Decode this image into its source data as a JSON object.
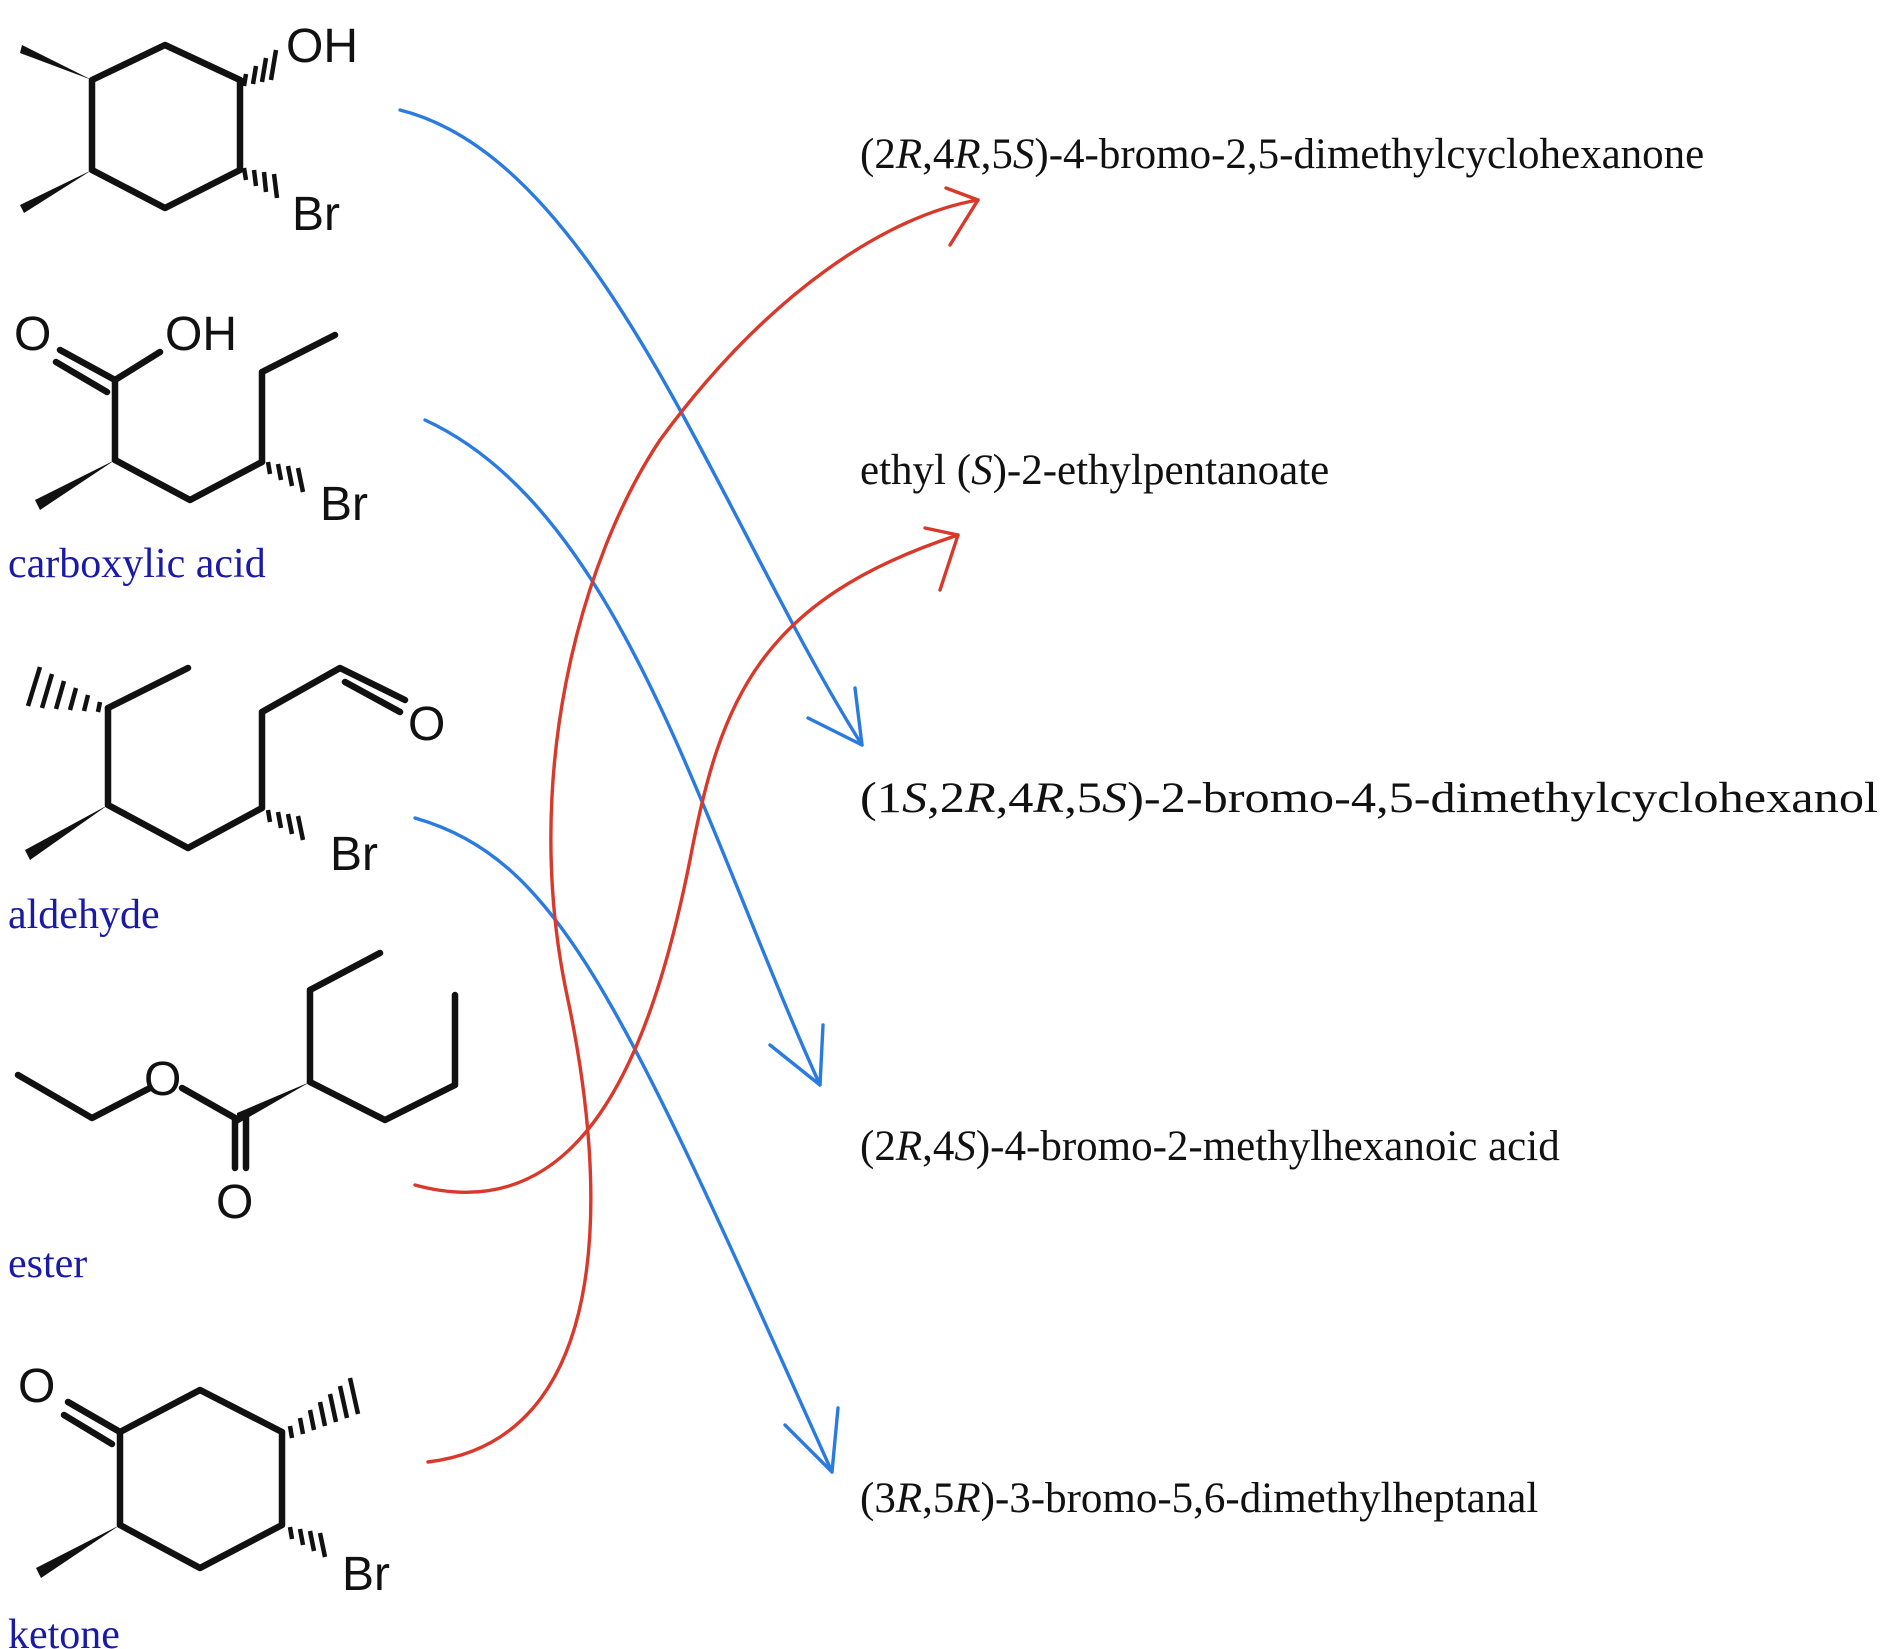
{
  "colors": {
    "label": "#1a1aa6",
    "blue_arrow": "#2a7be0",
    "red_arrow": "#d8392a",
    "ink": "#111111"
  },
  "molecules": [
    {
      "id": "m1",
      "class_label": "",
      "atoms": [
        "OH",
        "Br"
      ]
    },
    {
      "id": "m2",
      "class_label": "carboxylic acid",
      "atoms": [
        "O",
        "OH",
        "Br"
      ]
    },
    {
      "id": "m3",
      "class_label": "aldehyde",
      "atoms": [
        "O",
        "Br"
      ]
    },
    {
      "id": "m4",
      "class_label": "ester",
      "atoms": [
        "O",
        "O"
      ]
    },
    {
      "id": "m5",
      "class_label": "ketone",
      "atoms": [
        "O",
        "Br"
      ]
    }
  ],
  "names": [
    {
      "pre": "(2",
      "i1": "R",
      "t1": ",4",
      "i2": "R",
      "t2": ",5",
      "i3": "S",
      "t3": ")-4-bromo-2,5-dimethylcyclohexanone",
      "i4": "",
      "t4": ""
    },
    {
      "pre": "ethyl (",
      "i1": "S",
      "t1": ")-2-ethylpentanoate",
      "i2": "",
      "t2": "",
      "i3": "",
      "t3": "",
      "i4": "",
      "t4": ""
    },
    {
      "pre": "(1",
      "i1": "S",
      "t1": ",2",
      "i2": "R",
      "t2": ",4",
      "i3": "R",
      "t3": ",5",
      "i4": "S",
      "t4": ")-2-bromo-4,5-dimethylcyclohexanol"
    },
    {
      "pre": "(2",
      "i1": "R",
      "t1": ",4",
      "i2": "S",
      "t2": ")-4-bromo-2-methylhexanoic acid",
      "i3": "",
      "t3": "",
      "i4": "",
      "t4": ""
    },
    {
      "pre": "(3",
      "i1": "R",
      "t1": ",5",
      "i2": "R",
      "t2": ")-3-bromo-5,6-dimethylheptanal",
      "i3": "",
      "t3": "",
      "i4": "",
      "t4": ""
    }
  ],
  "arrows": [
    {
      "from": "m1",
      "to": 2,
      "color": "blue"
    },
    {
      "from": "m2",
      "to": 3,
      "color": "blue"
    },
    {
      "from": "m3",
      "to": 4,
      "color": "blue"
    },
    {
      "from": "m4",
      "to": 1,
      "color": "red"
    },
    {
      "from": "m5",
      "to": 0,
      "color": "red"
    }
  ]
}
